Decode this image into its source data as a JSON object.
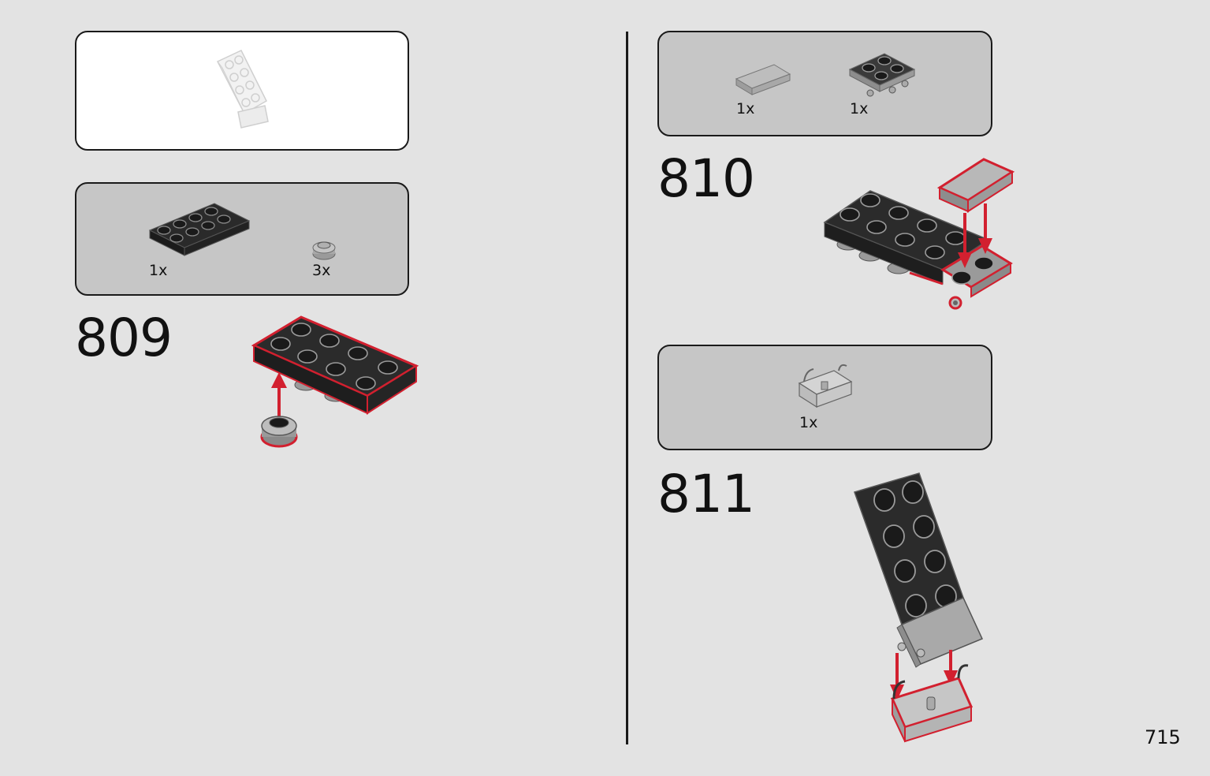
{
  "page_number": "715",
  "steps": [
    {
      "number": "809",
      "parts": [
        {
          "name": "plate-2x4-black",
          "qty": "1x"
        },
        {
          "name": "round-plate-1x1-grey",
          "qty": "3x"
        }
      ]
    },
    {
      "number": "810",
      "parts": [
        {
          "name": "tile-1x2-grey",
          "qty": "1x"
        },
        {
          "name": "plate-2x2-with-pins-black",
          "qty": "1x"
        }
      ]
    },
    {
      "number": "811",
      "parts": [
        {
          "name": "bracket-clip-grey",
          "qty": "1x"
        }
      ]
    }
  ],
  "colors": {
    "background": "#e3e3e3",
    "parts_box": "#c6c6c6",
    "callout_box": "#ffffff",
    "highlight": "#d2202f"
  },
  "icons": [
    "faded-previous-assembly-icon",
    "plate-2x4-icon",
    "round-plate-icon",
    "tile-icon",
    "plate-with-pins-icon",
    "bracket-clip-icon",
    "red-arrow-icon"
  ]
}
